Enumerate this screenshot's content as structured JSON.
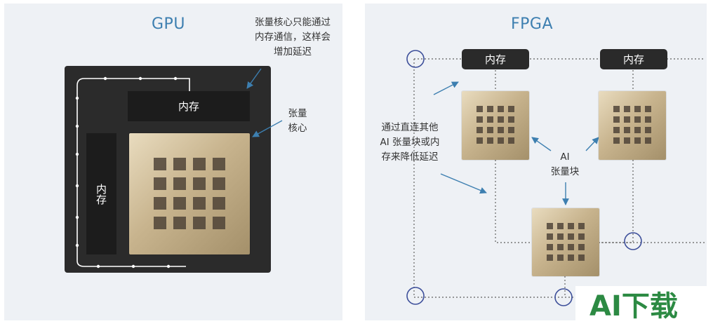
{
  "gpu": {
    "title": "GPU",
    "annotation_top": [
      "张量核心只能通过",
      "内存通信，这样会",
      "增加延迟"
    ],
    "annotation_core": [
      "张量",
      "核心"
    ],
    "memory_top": "内存",
    "memory_left": "内存"
  },
  "fpga": {
    "title": "FPGA",
    "memory_left": "内存",
    "memory_right": "内存",
    "annotation_left": [
      "通过直连其他",
      "AI 张量块或内",
      "存来降低延迟"
    ],
    "annotation_block": [
      "AI",
      "张量块"
    ]
  },
  "logo": {
    "text_a": "A",
    "text_i": "I",
    "text_rest": "下载"
  },
  "colors": {
    "title": "#3d7fb0",
    "arrow": "#3d7fb0",
    "board": "#2b2b2b",
    "chip_light": "#e9dcbf",
    "chip_dark": "#a4906a",
    "logo_green": "#2c8a43",
    "logo_red": "#d9472b"
  }
}
